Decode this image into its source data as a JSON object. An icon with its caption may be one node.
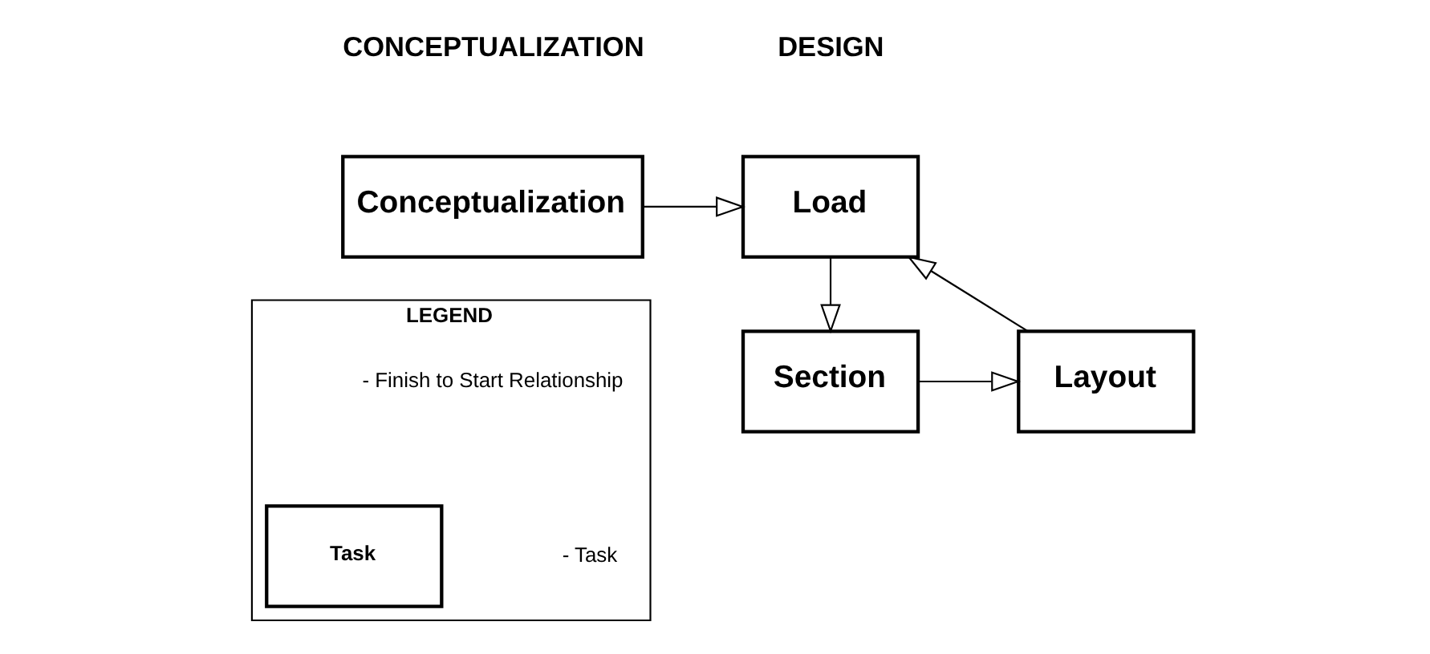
{
  "diagram": {
    "nodes": [
      {
        "text": [
          "Conceptualization"
        ]
      },
      {
        "text": [
          "Load"
        ]
      },
      {
        "text": [
          "Section"
        ]
      },
      {
        "text": [
          "Layout"
        ]
      },
      {
        "text": [
          "LEGEND"
        ]
      },
      {
        "text": [
          "Task"
        ],
        "in": 4
      }
    ],
    "edges": [
      {
        "from": 0,
        "to": 1,
        "arrow": "to"
      },
      {
        "from": 1,
        "to": 2,
        "arrow": "to"
      },
      {
        "from": 2,
        "to": 3,
        "arrow": "to"
      },
      {
        "from": 3,
        "to": 1,
        "arrow": "to"
      }
    ],
    "labels": [
      "CONCEPTUALIZATION",
      "DESIGN"
    ],
    "legend": [
      {
        "text": "- Finish to Start Relationship"
      },
      {
        "text": "- Task"
      }
    ]
  }
}
